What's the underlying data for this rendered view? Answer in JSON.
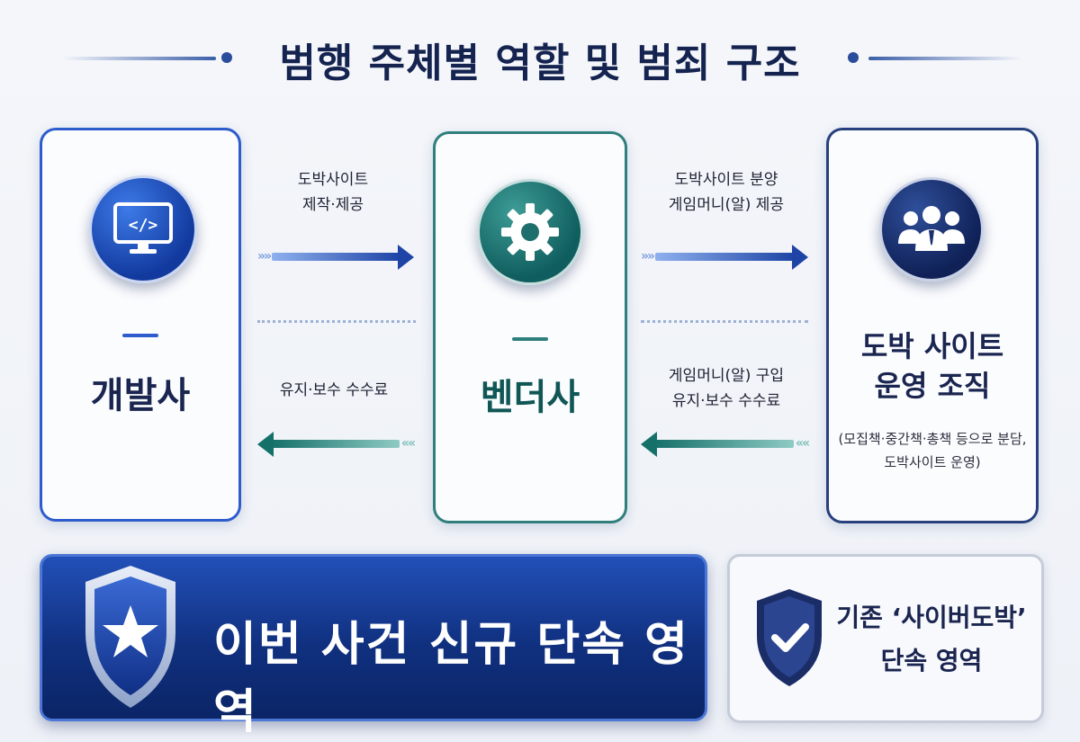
{
  "title": "범행 주체별 역할 및 범죄 구조",
  "colors": {
    "developer": "#2e5ccc",
    "vendor": "#2f7f7c",
    "operator": "#27407d",
    "banner": "#10307f"
  },
  "nodes": {
    "developer": {
      "label": "개발사",
      "icon": "monitor-code-icon"
    },
    "vendor": {
      "label": "벤더사",
      "icon": "gear-icon"
    },
    "operator": {
      "label_line1": "도박 사이트",
      "label_line2": "운영 조직",
      "sub_line1": "(모집책·중간책·총책 등으로 분담,",
      "sub_line2": "도박사이트 운영)",
      "icon": "people-group-icon"
    }
  },
  "flows": {
    "dev_to_vendor": {
      "line1": "도박사이트",
      "line2": "제작·제공",
      "direction": "right"
    },
    "vendor_to_dev": {
      "line1": "유지·보수 수수료",
      "direction": "left"
    },
    "vendor_to_op": {
      "line1": "도박사이트 분양",
      "line2": "게임머니(알) 제공",
      "direction": "right"
    },
    "op_to_vendor": {
      "line1": "게임머니(알) 구입",
      "line2": "유지·보수 수수료",
      "direction": "left"
    }
  },
  "footer": {
    "new_scope": {
      "label": "이번 사건 신규 단속 영역",
      "icon": "star-shield-icon"
    },
    "existing_scope": {
      "line1": "기존 ‘사이버도박’",
      "line2": "단속 영역",
      "icon": "check-shield-icon"
    }
  }
}
